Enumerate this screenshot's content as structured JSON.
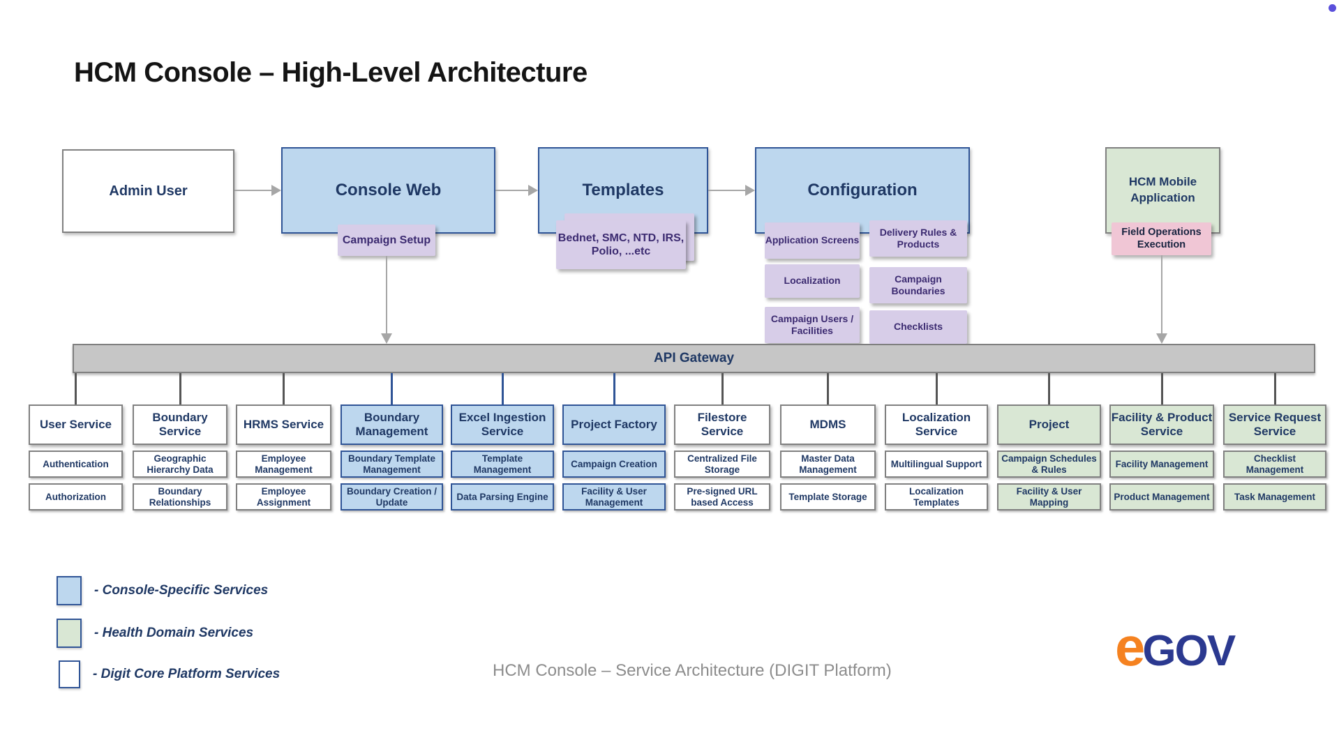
{
  "page": {
    "title": "HCM Console – High-Level Architecture",
    "caption": "HCM Console – Service Architecture (DIGIT Platform)"
  },
  "top_flow": {
    "admin_user": "Admin User",
    "console_web": "Console Web",
    "templates": "Templates",
    "configuration": "Configuration",
    "hcm_mobile": "HCM Mobile Application",
    "console_web_tag": "Campaign Setup",
    "templates_tag": "Bednet, SMC, NTD, IRS, Polio, ...etc",
    "configuration_tags": [
      "Application Screens",
      "Delivery Rules & Products",
      "Localization",
      "Campaign Boundaries",
      "Campaign Users / Facilities",
      "Checklists"
    ],
    "mobile_tag": "Field Operations Execution"
  },
  "gateway": {
    "label": "API Gateway"
  },
  "services": [
    {
      "name": "User Service",
      "type": "core",
      "items": [
        "Authentication",
        "Authorization"
      ]
    },
    {
      "name": "Boundary Service",
      "type": "core",
      "items": [
        "Geographic Hierarchy Data",
        "Boundary Relationships"
      ]
    },
    {
      "name": "HRMS Service",
      "type": "core",
      "items": [
        "Employee Management",
        "Employee Assignment"
      ]
    },
    {
      "name": "Boundary Management",
      "type": "console",
      "items": [
        "Boundary Template Management",
        "Boundary Creation / Update"
      ]
    },
    {
      "name": "Excel Ingestion Service",
      "type": "console",
      "items": [
        "Template Management",
        "Data Parsing Engine"
      ]
    },
    {
      "name": "Project Factory",
      "type": "console",
      "items": [
        "Campaign Creation",
        "Facility & User Management"
      ]
    },
    {
      "name": "Filestore Service",
      "type": "core",
      "items": [
        "Centralized File Storage",
        "Pre-signed URL based Access"
      ]
    },
    {
      "name": "MDMS",
      "type": "core",
      "items": [
        "Master Data Management",
        "Template Storage"
      ]
    },
    {
      "name": "Localization Service",
      "type": "core",
      "items": [
        "Multilingual Support",
        "Localization Templates"
      ]
    },
    {
      "name": "Project",
      "type": "health",
      "items": [
        "Campaign Schedules & Rules",
        "Facility &  User Mapping"
      ]
    },
    {
      "name": "Facility & Product Service",
      "type": "health",
      "items": [
        "Facility Management",
        "Product Management"
      ]
    },
    {
      "name": "Service Request Service",
      "type": "health",
      "items": [
        "Checklist Management",
        "Task Management"
      ]
    }
  ],
  "legend": [
    {
      "label": "- Console-Specific Services"
    },
    {
      "label": "- Health Domain Services"
    },
    {
      "label": "- Digit Core Platform Services"
    }
  ],
  "logo": {
    "e": "e",
    "gov": "GOV"
  },
  "colors": {
    "console_fill": "#BDD7EE",
    "console_border": "#2F5496",
    "health_fill": "#D9E7D4",
    "core_border": "#808080",
    "tag_fill": "#D7CDE8",
    "tag_text": "#3B2A70",
    "pink_tag_fill": "#F0C6D5",
    "gateway_fill": "#C6C6C6",
    "text_navy": "#1F3864",
    "logo_orange": "#F58220",
    "logo_navy": "#2B3990",
    "corner_dot": "#5A4FDB"
  }
}
